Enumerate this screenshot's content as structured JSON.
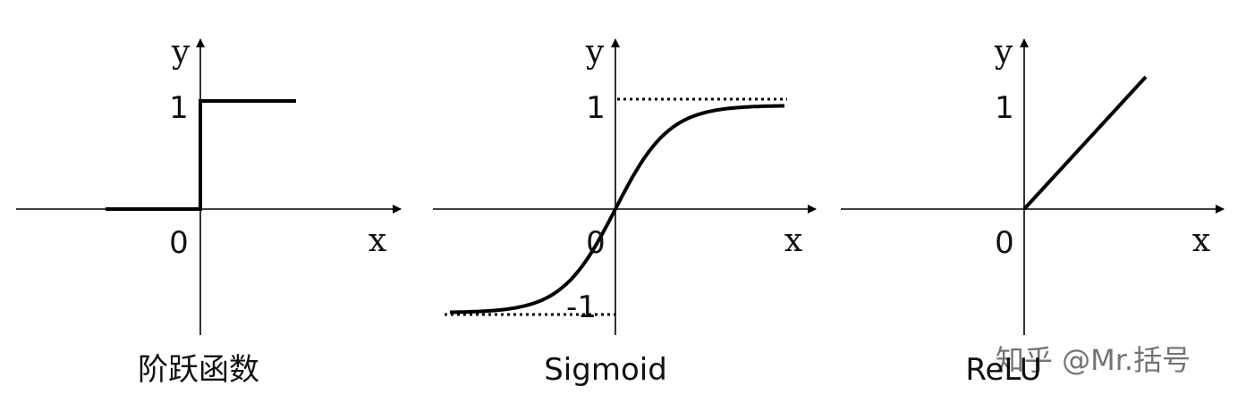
{
  "panels": [
    {
      "id": "step",
      "caption": "阶跃函数",
      "y_label": "y",
      "x_label": "x",
      "origin_label": "0",
      "one_label": "1",
      "minus_one_label": ""
    },
    {
      "id": "sigmoid",
      "caption": "Sigmoid",
      "y_label": "y",
      "x_label": "x",
      "origin_label": "0",
      "one_label": "1",
      "minus_one_label": "-1"
    },
    {
      "id": "relu",
      "caption": "ReLU",
      "y_label": "y",
      "x_label": "x",
      "origin_label": "0",
      "one_label": "1",
      "minus_one_label": ""
    }
  ],
  "watermark": "知乎 @Mr.括号"
}
